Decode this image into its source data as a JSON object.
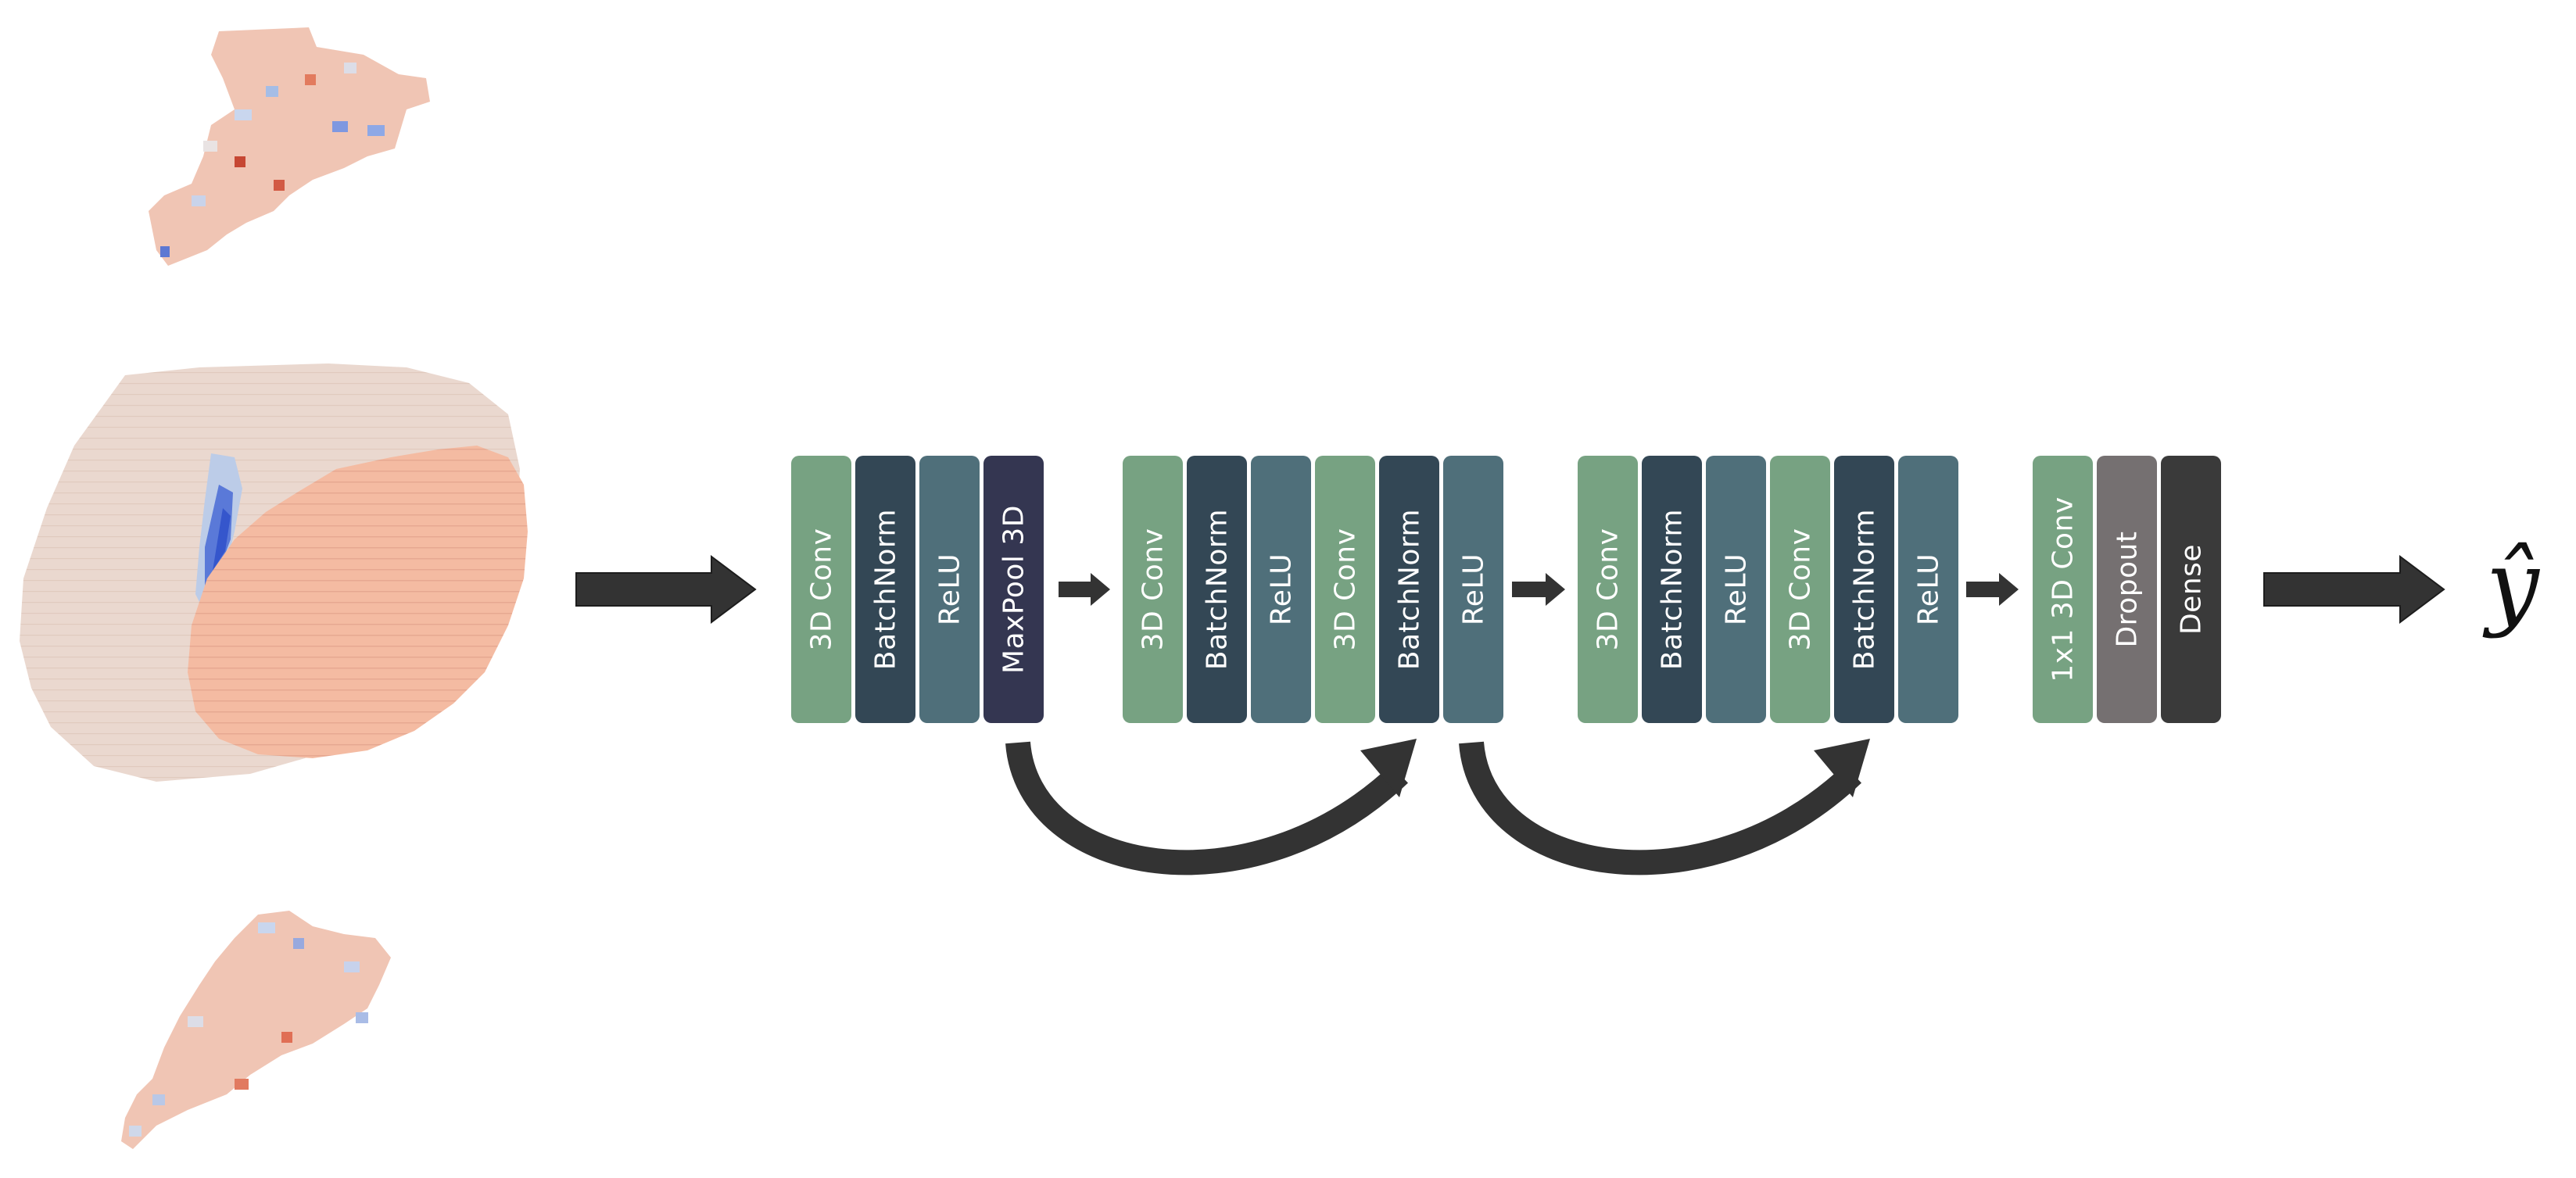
{
  "colors": {
    "conv": "#77a282",
    "batchnorm": "#334755",
    "relu": "#4f6f7a",
    "maxpool": "#343651",
    "dropout": "#757071",
    "dense": "#3a3a3a",
    "arrow": "#333333",
    "voxel_warm": "#f4bba2",
    "voxel_pale": "#ead8cf",
    "voxel_blue": "#3d63d6"
  },
  "input_panels": [
    {
      "name": "voxel-panel-top",
      "shape": "fragment"
    },
    {
      "name": "voxel-panel-middle",
      "shape": "volume"
    },
    {
      "name": "voxel-panel-bottom",
      "shape": "fragment"
    }
  ],
  "groups": [
    {
      "name": "stem-block",
      "layers": [
        {
          "label": "3D Conv",
          "type": "conv"
        },
        {
          "label": "BatchNorm",
          "type": "batchnorm"
        },
        {
          "label": "ReLU",
          "type": "relu"
        },
        {
          "label": "MaxPool 3D",
          "type": "maxpool"
        }
      ]
    },
    {
      "name": "residual-block-1",
      "layers": [
        {
          "label": "3D Conv",
          "type": "conv"
        },
        {
          "label": "BatchNorm",
          "type": "batchnorm"
        },
        {
          "label": "ReLU",
          "type": "relu"
        },
        {
          "label": "3D Conv",
          "type": "conv"
        },
        {
          "label": "BatchNorm",
          "type": "batchnorm"
        },
        {
          "label": "ReLU",
          "type": "relu"
        }
      ]
    },
    {
      "name": "residual-block-2",
      "layers": [
        {
          "label": "3D Conv",
          "type": "conv"
        },
        {
          "label": "BatchNorm",
          "type": "batchnorm"
        },
        {
          "label": "ReLU",
          "type": "relu"
        },
        {
          "label": "3D Conv",
          "type": "conv"
        },
        {
          "label": "BatchNorm",
          "type": "batchnorm"
        },
        {
          "label": "ReLU",
          "type": "relu"
        }
      ]
    },
    {
      "name": "head-block",
      "layers": [
        {
          "label": "1x1 3D Conv",
          "type": "conv"
        },
        {
          "label": "Dropout",
          "type": "dropout"
        },
        {
          "label": "Dense",
          "type": "dense"
        }
      ]
    }
  ],
  "skip_connections": [
    {
      "from_group": 0,
      "from_layer": 3,
      "to_group": 1,
      "to_layer": 4
    },
    {
      "from_group": 1,
      "from_layer": 5,
      "to_group": 2,
      "to_layer": 4
    }
  ],
  "output": {
    "symbol": "ŷ"
  }
}
